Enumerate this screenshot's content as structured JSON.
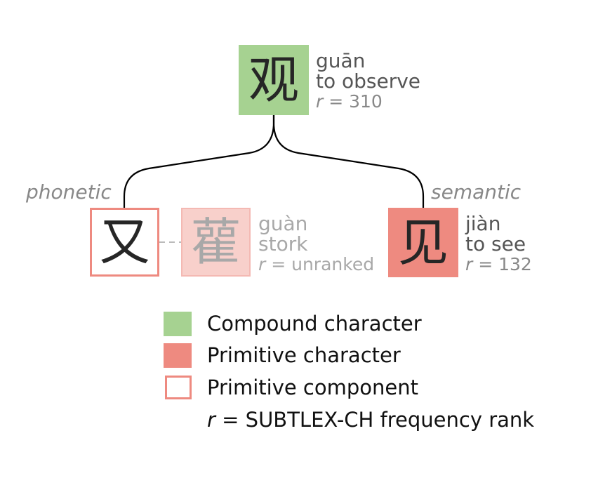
{
  "colors": {
    "compound": "#a6d291",
    "primitive": "#ee8a80",
    "component_border": "#ee8a80",
    "faded_fill": "#f8d0cb",
    "faded_border": "#f4b9b3",
    "connector": "#000000",
    "dashed": "#bbbbbb"
  },
  "root": {
    "char": "观",
    "pinyin": "guān",
    "meaning": "to observe",
    "rank_symbol": "r",
    "rank_text": " = 310"
  },
  "left": {
    "role": "phonetic",
    "char": "又",
    "alt": {
      "char": "雚",
      "pinyin": "guàn",
      "meaning": "stork",
      "rank_symbol": "r",
      "rank_text": " = unranked"
    }
  },
  "right": {
    "role": "semantic",
    "char": "见",
    "pinyin": "jiàn",
    "meaning": "to see",
    "rank_symbol": "r",
    "rank_text": " = 132"
  },
  "legend": {
    "compound": "Compound character",
    "primitive": "Primitive character",
    "component": "Primitive component",
    "rank_symbol": "r",
    "rank_text": " = SUBTLEX-CH frequency rank"
  }
}
